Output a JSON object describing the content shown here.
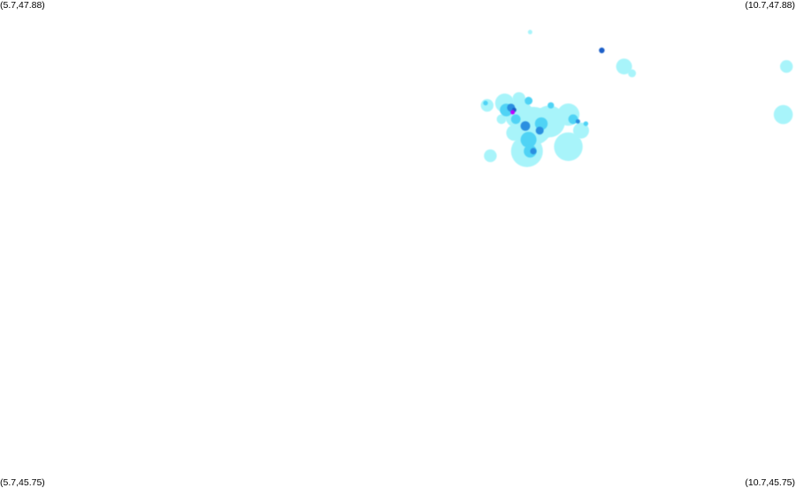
{
  "corners": {
    "top_left": "(5.7,47.88)",
    "top_right": "(10.7,47.88)",
    "bottom_left": "(5.7,45.75)",
    "bottom_right": "(10.7,45.75)"
  },
  "bounds": {
    "lon_min": 5.7,
    "lon_max": 10.7,
    "lat_min": 45.75,
    "lat_max": 47.88
  },
  "intensity_colors": {
    "light": "#a8f4fa",
    "medium_light": "#4fd3f5",
    "medium": "#2a8fe0",
    "strong": "#1f5fc8",
    "very_strong": "#c000ff"
  },
  "precip_cells": [
    {
      "lon": 9.48,
      "lat": 47.66,
      "r": 0.018,
      "level": "strong"
    },
    {
      "lon": 9.62,
      "lat": 47.59,
      "r": 0.05,
      "level": "light"
    },
    {
      "lon": 9.67,
      "lat": 47.56,
      "r": 0.025,
      "level": "light"
    },
    {
      "lon": 9.03,
      "lat": 47.74,
      "r": 0.01,
      "level": "light"
    },
    {
      "lon": 10.64,
      "lat": 47.59,
      "r": 0.04,
      "level": "light"
    },
    {
      "lon": 10.62,
      "lat": 47.38,
      "r": 0.06,
      "level": "light"
    },
    {
      "lon": 8.76,
      "lat": 47.42,
      "r": 0.04,
      "level": "light"
    },
    {
      "lon": 8.87,
      "lat": 47.43,
      "r": 0.06,
      "level": "light"
    },
    {
      "lon": 8.96,
      "lat": 47.38,
      "r": 0.09,
      "level": "light"
    },
    {
      "lon": 9.05,
      "lat": 47.33,
      "r": 0.12,
      "level": "light"
    },
    {
      "lon": 9.15,
      "lat": 47.35,
      "r": 0.1,
      "level": "light"
    },
    {
      "lon": 9.27,
      "lat": 47.38,
      "r": 0.07,
      "level": "light"
    },
    {
      "lon": 9.27,
      "lat": 47.24,
      "r": 0.09,
      "level": "light"
    },
    {
      "lon": 9.35,
      "lat": 47.31,
      "r": 0.05,
      "level": "light"
    },
    {
      "lon": 9.01,
      "lat": 47.22,
      "r": 0.1,
      "level": "light"
    },
    {
      "lon": 8.93,
      "lat": 47.3,
      "r": 0.05,
      "level": "light"
    },
    {
      "lon": 8.78,
      "lat": 47.2,
      "r": 0.04,
      "level": "light"
    },
    {
      "lon": 8.96,
      "lat": 47.45,
      "r": 0.04,
      "level": "light"
    },
    {
      "lon": 8.85,
      "lat": 47.36,
      "r": 0.03,
      "level": "light"
    },
    {
      "lon": 8.88,
      "lat": 47.4,
      "r": 0.04,
      "level": "medium_light"
    },
    {
      "lon": 8.94,
      "lat": 47.36,
      "r": 0.03,
      "level": "medium_light"
    },
    {
      "lon": 9.02,
      "lat": 47.44,
      "r": 0.025,
      "level": "medium_light"
    },
    {
      "lon": 9.1,
      "lat": 47.34,
      "r": 0.04,
      "level": "medium_light"
    },
    {
      "lon": 9.02,
      "lat": 47.27,
      "r": 0.05,
      "level": "medium_light"
    },
    {
      "lon": 9.03,
      "lat": 47.22,
      "r": 0.04,
      "level": "medium_light"
    },
    {
      "lon": 9.3,
      "lat": 47.36,
      "r": 0.03,
      "level": "medium_light"
    },
    {
      "lon": 9.16,
      "lat": 47.42,
      "r": 0.02,
      "level": "medium_light"
    },
    {
      "lon": 8.75,
      "lat": 47.43,
      "r": 0.015,
      "level": "medium_light"
    },
    {
      "lon": 9.38,
      "lat": 47.34,
      "r": 0.015,
      "level": "medium_light"
    },
    {
      "lon": 8.91,
      "lat": 47.41,
      "r": 0.025,
      "level": "medium"
    },
    {
      "lon": 9.0,
      "lat": 47.33,
      "r": 0.03,
      "level": "medium"
    },
    {
      "lon": 9.09,
      "lat": 47.31,
      "r": 0.025,
      "level": "medium"
    },
    {
      "lon": 9.05,
      "lat": 47.22,
      "r": 0.02,
      "level": "medium"
    },
    {
      "lon": 9.33,
      "lat": 47.35,
      "r": 0.012,
      "level": "medium"
    },
    {
      "lon": 8.93,
      "lat": 47.4,
      "r": 0.014,
      "level": "strong"
    },
    {
      "lon": 8.92,
      "lat": 47.39,
      "r": 0.009,
      "level": "very_strong"
    }
  ]
}
